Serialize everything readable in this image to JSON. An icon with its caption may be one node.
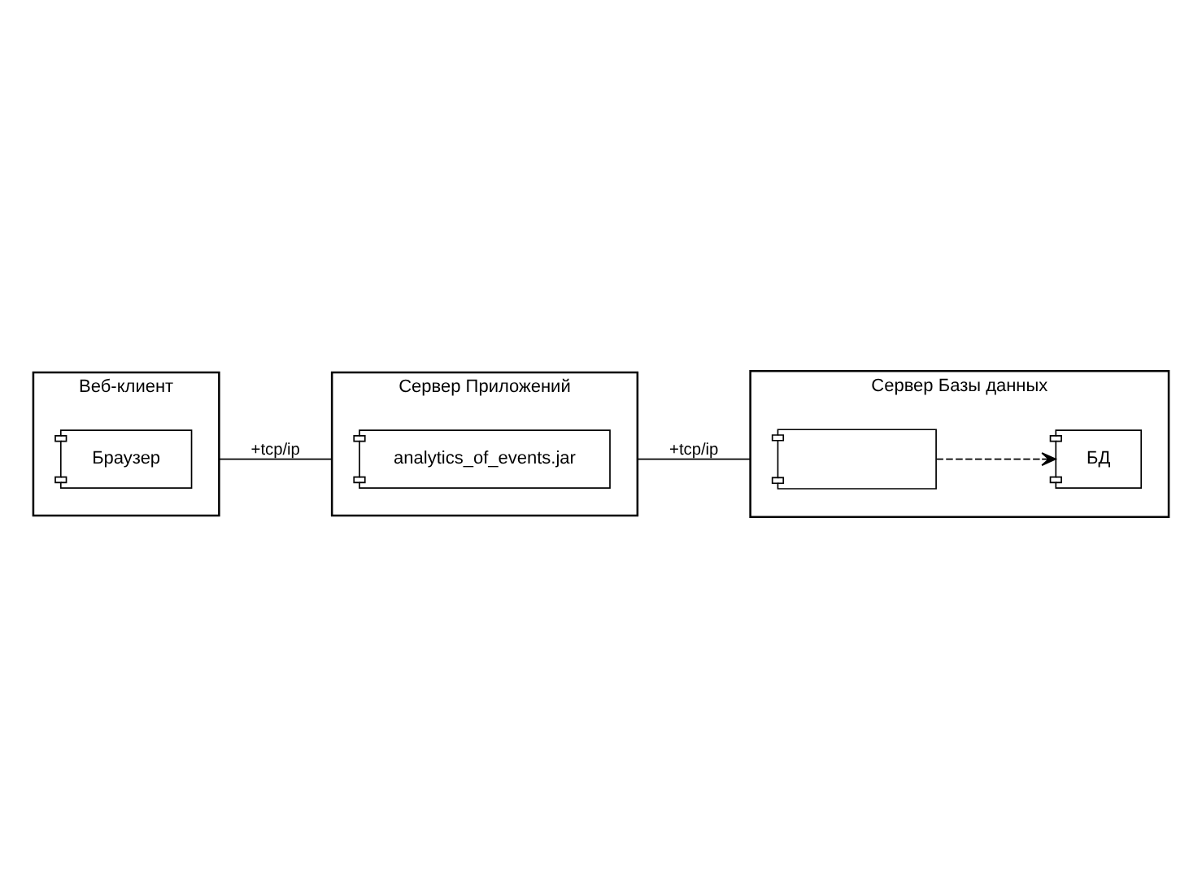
{
  "diagram": {
    "nodes": [
      {
        "text": [
          "Веб-клиент"
        ]
      },
      {
        "text": [
          "Браузер"
        ],
        "in": 0
      },
      {
        "text": [
          "Сервер Приложений"
        ]
      },
      {
        "text": [
          "analytics_of_events.jar"
        ],
        "in": 2
      },
      {
        "text": [
          "Сервер Базы данных"
        ]
      },
      {
        "text": [],
        "shape": "box",
        "in": 4
      },
      {
        "text": [
          "БД"
        ],
        "in": 4
      }
    ],
    "edges": [
      {
        "from": 0,
        "to": 2,
        "arrow": "none",
        "label": "+tcp/ip"
      },
      {
        "from": 2,
        "to": 4,
        "arrow": "none",
        "label": "+tcp/ip"
      },
      {
        "from": 5,
        "to": 6,
        "arrow": "to",
        "style": "dashed"
      }
    ]
  }
}
